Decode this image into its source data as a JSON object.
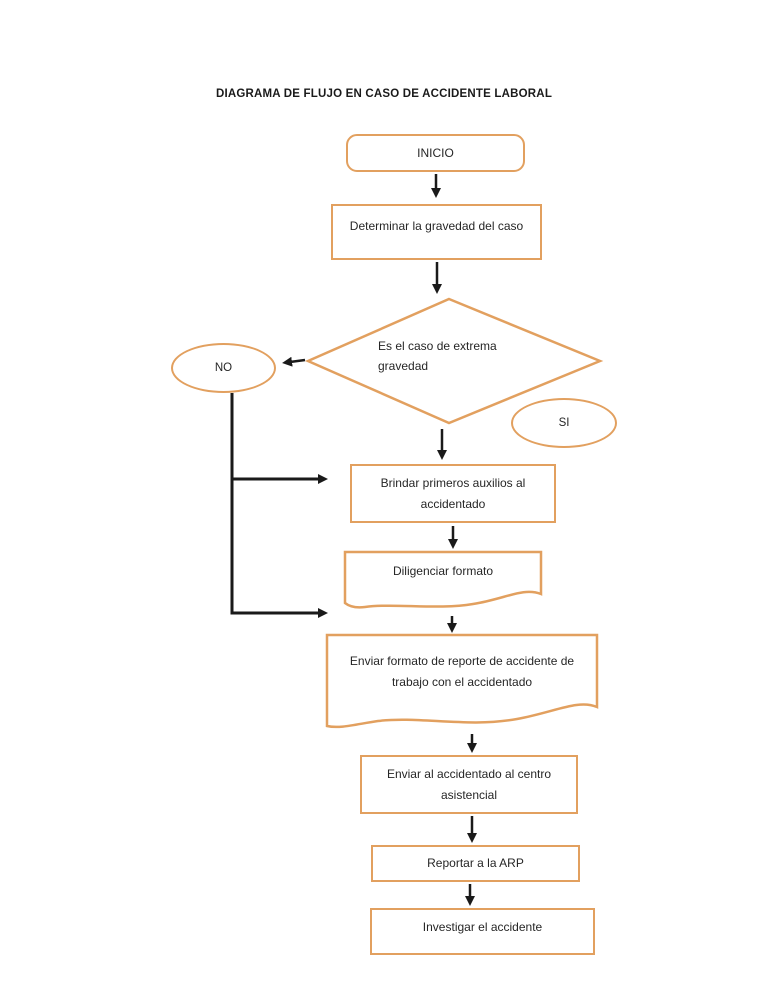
{
  "doc": {
    "title": "DIAGRAMA DE FLUJO EN CASO DE ACCIDENTE LABORAL"
  },
  "colors": {
    "shape_border": "#E2A05F",
    "connector": "#1A1A1A",
    "text": "#262626",
    "title_text": "#1A1A1A",
    "background": "#FFFFFF"
  },
  "nodes": {
    "inicio": {
      "type": "terminator",
      "label": "INICIO"
    },
    "determinar": {
      "type": "process",
      "label": "Determinar la gravedad del caso"
    },
    "decision": {
      "type": "decision",
      "label": "Es el caso de extrema gravedad"
    },
    "no": {
      "type": "connector",
      "label": "NO"
    },
    "si": {
      "type": "connector",
      "label": "SI"
    },
    "brindar": {
      "type": "process",
      "label": "Brindar primeros auxilios al accidentado"
    },
    "diligenciar": {
      "type": "document",
      "label": "Diligenciar formato"
    },
    "enviar_formato": {
      "type": "document",
      "label": "Enviar formato de reporte de accidente de trabajo con el accidentado"
    },
    "enviar_centro": {
      "type": "process",
      "label": "Enviar al accidentado al centro asistencial"
    },
    "reportar": {
      "type": "process",
      "label": "Reportar a la ARP"
    },
    "investigar": {
      "type": "process",
      "label": "Investigar el accidente"
    }
  },
  "edges": [
    {
      "from": "inicio",
      "to": "determinar"
    },
    {
      "from": "determinar",
      "to": "decision"
    },
    {
      "from": "decision",
      "to": "no"
    },
    {
      "from": "decision",
      "to": "brindar"
    },
    {
      "from": "no",
      "to": "brindar"
    },
    {
      "from": "no",
      "to": "enviar_formato"
    },
    {
      "from": "brindar",
      "to": "diligenciar"
    },
    {
      "from": "diligenciar",
      "to": "enviar_formato"
    },
    {
      "from": "enviar_formato",
      "to": "enviar_centro"
    },
    {
      "from": "enviar_centro",
      "to": "reportar"
    },
    {
      "from": "reportar",
      "to": "investigar"
    }
  ]
}
